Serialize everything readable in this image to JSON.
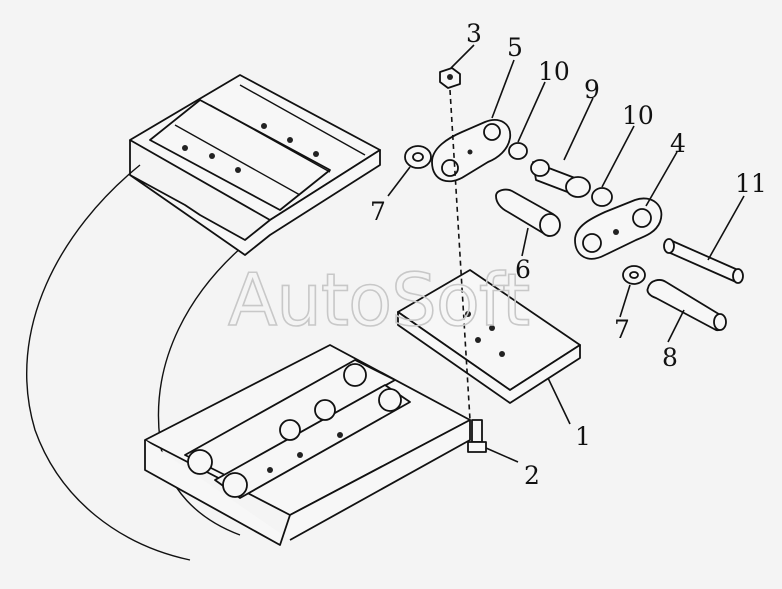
{
  "callouts": [
    {
      "id": "c1",
      "text": "1"
    },
    {
      "id": "c2",
      "text": "2"
    },
    {
      "id": "c3",
      "text": "3"
    },
    {
      "id": "c4",
      "text": "4"
    },
    {
      "id": "c5",
      "text": "5"
    },
    {
      "id": "c6",
      "text": "6"
    },
    {
      "id": "c7a",
      "text": "7"
    },
    {
      "id": "c7b",
      "text": "7"
    },
    {
      "id": "c8",
      "text": "8"
    },
    {
      "id": "c9",
      "text": "9"
    },
    {
      "id": "c10a",
      "text": "10"
    },
    {
      "id": "c10b",
      "text": "10"
    },
    {
      "id": "c11",
      "text": "11"
    }
  ],
  "watermark": "AutoSoft"
}
